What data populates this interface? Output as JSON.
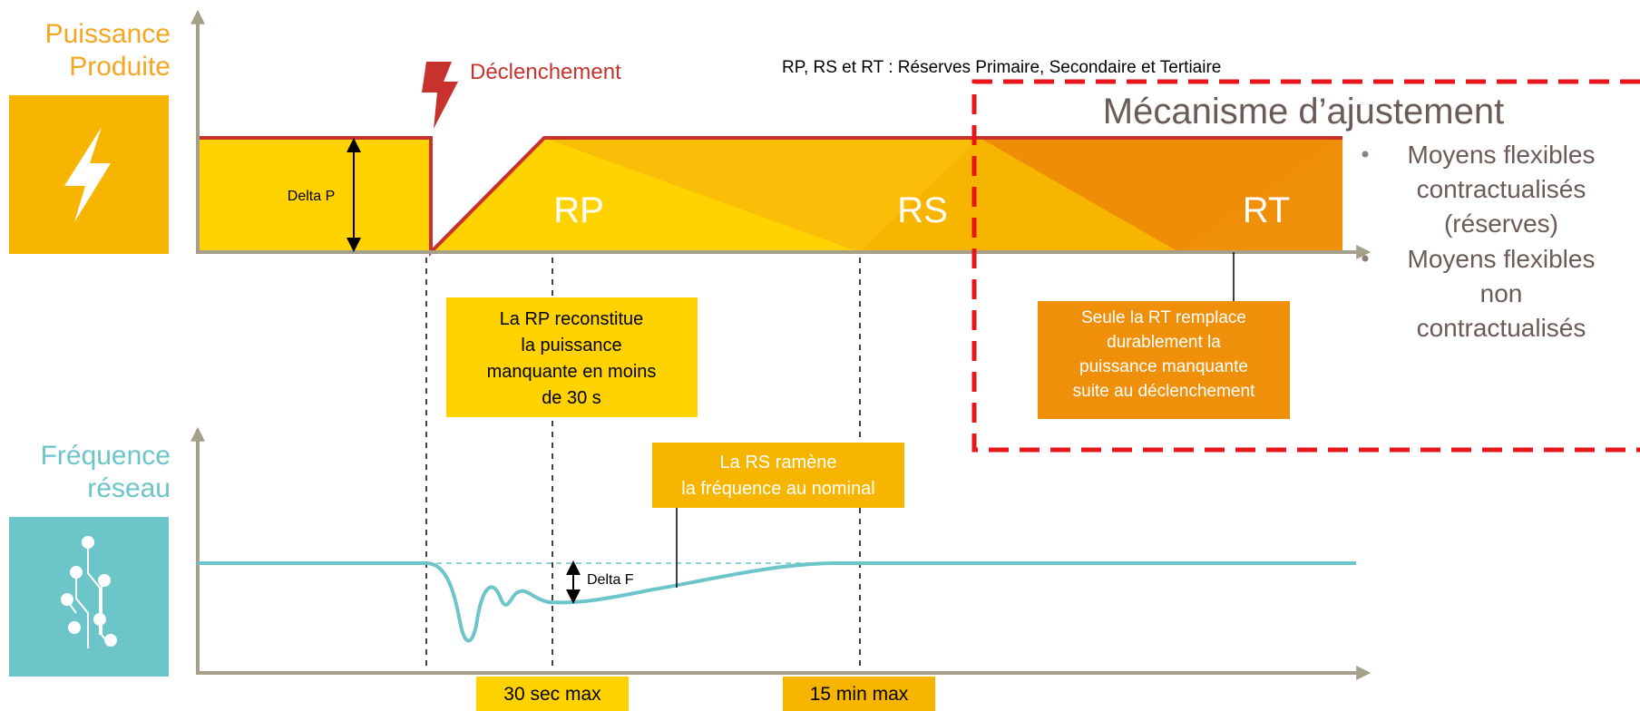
{
  "power_label": [
    "Puissance",
    "Produite"
  ],
  "frequency_label": [
    "Fréquence",
    "réseau"
  ],
  "trip_label": "Déclenchement",
  "reserves_legend": "RP, RS et RT : Réserves Primaire, Secondaire et Tertiaire",
  "delta_p": "Delta P",
  "delta_f": "Delta F",
  "zones": {
    "rp": "RP",
    "rs": "RS",
    "rt": "RT"
  },
  "rp_note": [
    "La RP reconstitue",
    "la puissance",
    "manquante en moins",
    "de 30 s"
  ],
  "rs_note": [
    "La RS ramène",
    "la fréquence au nominal"
  ],
  "rt_note": [
    "Seule la RT remplace",
    "durablement la",
    "puissance manquante",
    "suite au déclenchement"
  ],
  "adjustment": {
    "title": "Mécanisme d’ajustement",
    "bullets": [
      [
        "Moyens flexibles",
        "contractualisés",
        "(réserves)"
      ],
      [
        "Moyens flexibles",
        "non",
        "contractualisés"
      ]
    ]
  },
  "time_marks": {
    "t30": "30 sec max",
    "t15": "15 min max"
  },
  "colors": {
    "orange_text": "#f5a623",
    "yellow": "#ffd200",
    "amber": "#f8b500",
    "dark_orange": "#f0900a",
    "red": "#c8322d",
    "dashed_red": "#e8161b",
    "teal": "#6cc5c9",
    "axis": "#a6a08a"
  }
}
